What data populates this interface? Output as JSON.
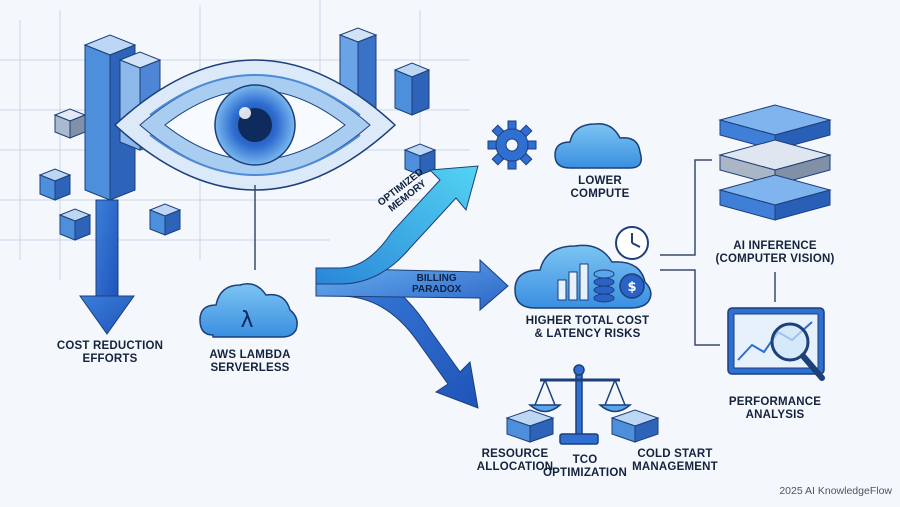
{
  "labels": {
    "cost_reduction": [
      "COST REDUCTION",
      "EFFORTS"
    ],
    "aws_lambda": [
      "AWS LAMBDA",
      "SERVERLESS"
    ],
    "lower_compute": [
      "LOWER",
      "COMPUTE"
    ],
    "higher_cost": [
      "HIGHER TOTAL COST",
      "& LATENCY RISKS"
    ],
    "ai_inference": [
      "AI INFERENCE",
      "(COMPUTER VISION)"
    ],
    "performance": [
      "PERFORMANCE",
      "ANALYSIS"
    ],
    "resource_allocation": [
      "RESOURCE",
      "ALLOCATION"
    ],
    "tco": [
      "TCO",
      "OPTIMIZATION"
    ],
    "cold_start": [
      "COLD START",
      "MANAGEMENT"
    ]
  },
  "arrows": {
    "optimized": [
      "OPTIMIZED",
      "MEMORY"
    ],
    "billing": [
      "BILLING",
      "PARADOX"
    ]
  },
  "icons": {
    "lambda_symbol": "λ",
    "dollar_symbol": "$"
  },
  "colors": {
    "primary_blue": "#2f6fd1",
    "light_blue": "#5aa6ea",
    "cyan": "#3ec0e8",
    "dark_navy": "#14233d"
  },
  "footer": "2025 AI KnowledgeFlow"
}
